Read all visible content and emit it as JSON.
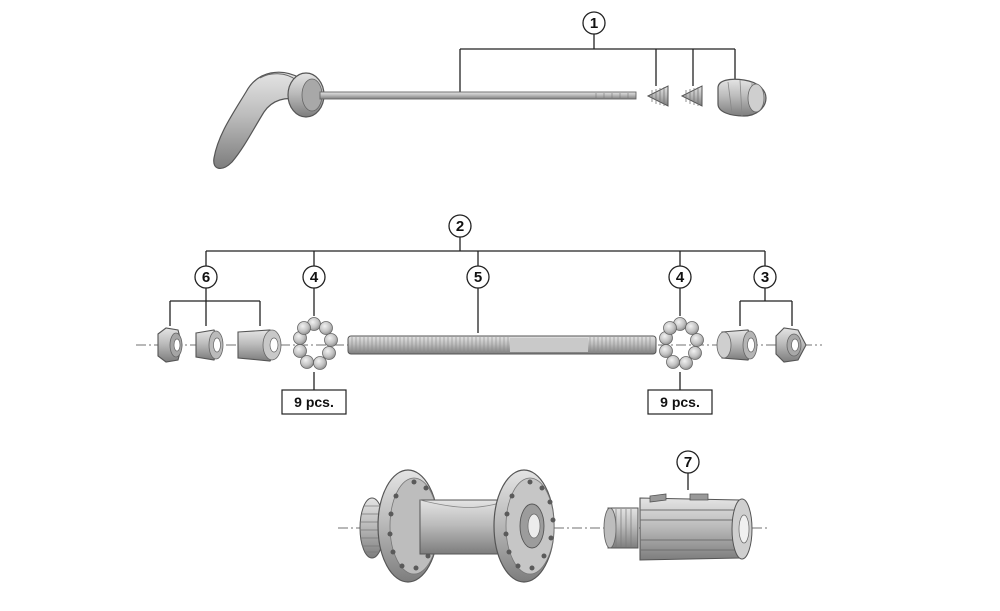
{
  "callouts": {
    "c1": "1",
    "c2": "2",
    "c3": "3",
    "c4_left": "4",
    "c4_right": "4",
    "c5": "5",
    "c6": "6",
    "c7": "7"
  },
  "quantity_labels": {
    "left": "9 pcs.",
    "right": "9 pcs."
  },
  "colors": {
    "part_fill": "#bdbdbd",
    "part_dark": "#8a8a8a",
    "part_light": "#dcdcdc",
    "outline": "#555555",
    "leader": "#222222"
  }
}
